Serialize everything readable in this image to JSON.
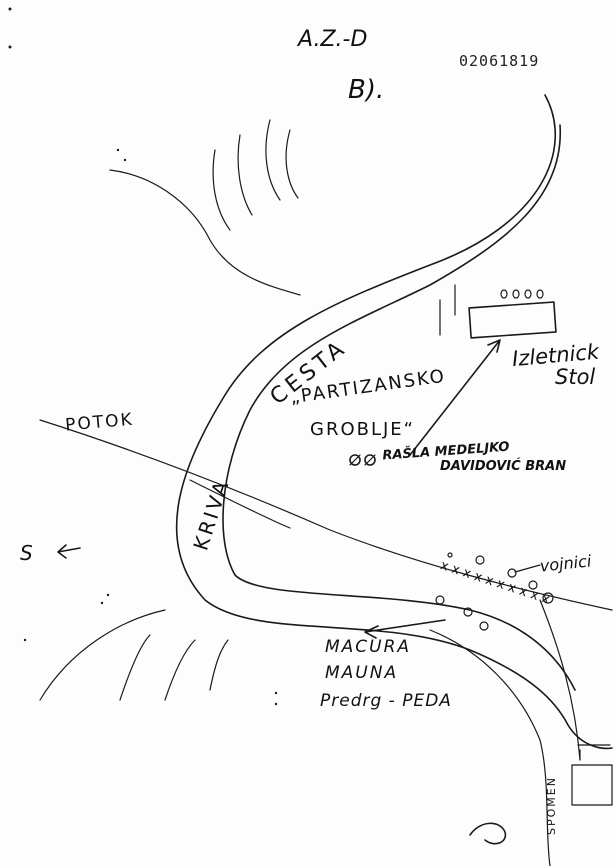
{
  "header": {
    "code": "A.Z.-D",
    "mark": "B).",
    "document_number": "02061819"
  },
  "labels": {
    "road": "CESTA",
    "stream": "POTOK",
    "curve": "KRIVA",
    "cemetery_line1": "„PARTIZANSKO",
    "cemetery_line2": "GROBLJE“",
    "picnic_line1": "Izletnick",
    "picnic_line2": "Stol",
    "grave_note_line1": "RAŠLA MEDELJKO",
    "grave_note_line2": "DAVIDOVIĆ BRAN",
    "soldiers": "vojnici",
    "names_line1": "MACURA",
    "names_line2": "MAUNA",
    "names_line3": "Predrg - PEDA",
    "monument": "SPOMEN",
    "north_mark": "S"
  },
  "colors": {
    "ink": "#1a1a1a",
    "paper": "#fdfdfd"
  }
}
